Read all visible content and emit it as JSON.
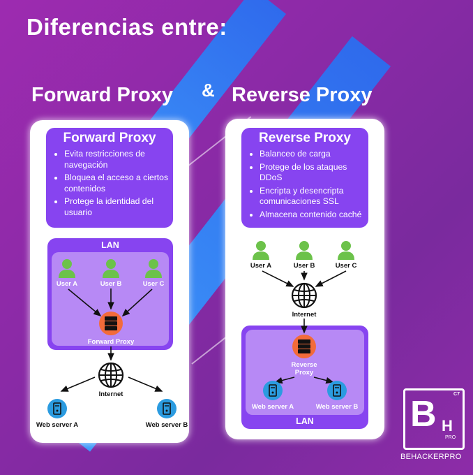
{
  "header": {
    "title": "Diferencias entre:",
    "left_heading": "Forward Proxy",
    "ampersand": "&",
    "right_heading": "Reverse Proxy"
  },
  "forward_card": {
    "title": "Forward Proxy",
    "bullets": [
      "Evita restricciones de navegación",
      "Bloquea el acceso  a ciertos contenidos",
      "Protege la identidad del  usuario"
    ],
    "lan_label": "LAN",
    "user_a": "User A",
    "user_b": "User B",
    "user_c": "User C",
    "proxy_label": "Forward Proxy",
    "internet_label": "Internet",
    "server_a": "Web server A",
    "server_b": "Web server B"
  },
  "reverse_card": {
    "title": "Reverse Proxy",
    "bullets": [
      "Balanceo de carga",
      "Protege de los ataques DDoS",
      "Encripta y desencripta comunicaciones SSL",
      "Almacena contenido caché"
    ],
    "user_a": "User A",
    "user_b": "User B",
    "user_c": "User C",
    "internet_label": "Internet",
    "proxy_label_line1": "Reverse",
    "proxy_label_line2": "Proxy",
    "server_a": "Web server A",
    "server_b": "Web server B",
    "lan_label": "LAN"
  },
  "brand": {
    "logo_b": "B",
    "logo_h": "H",
    "logo_c7": "C7",
    "logo_pro": "PRO",
    "name": "BEHACKERPRO"
  },
  "colors": {
    "background": "#8d2ca8",
    "panel_purple": "#8744f0",
    "lan_inner": "#b789f5",
    "user_green": "#6cc24a",
    "server_blue": "#2b9be0",
    "proxy_orange": "#f26b3a",
    "stripe_blue": "#2a6ef0"
  }
}
